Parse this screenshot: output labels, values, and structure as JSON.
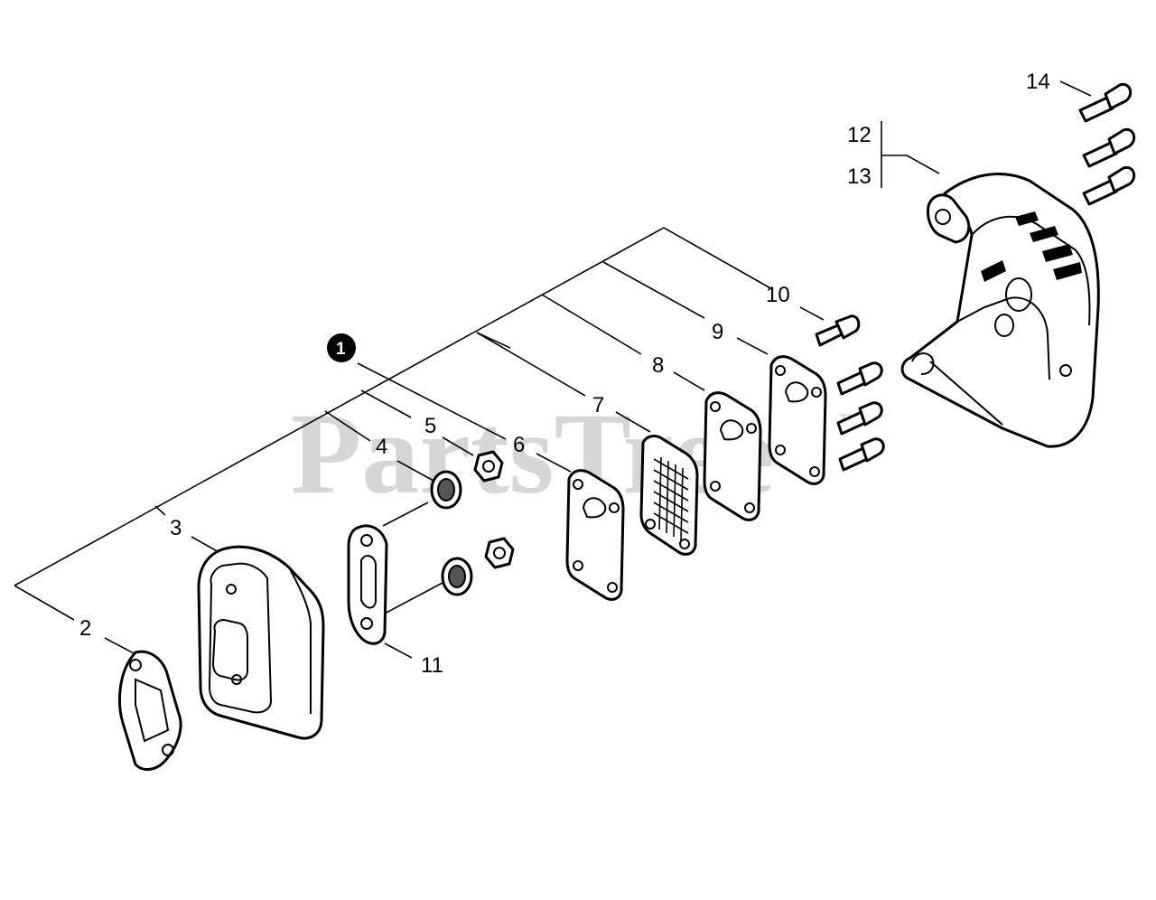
{
  "watermark": {
    "text": "PartsTree",
    "tm": "TM"
  },
  "callout": {
    "number": "1"
  },
  "labels": {
    "p2": "2",
    "p3": "3",
    "p4": "4",
    "p5": "5",
    "p6": "6",
    "p7": "7",
    "p8": "8",
    "p9": "9",
    "p10": "10",
    "p11": "11",
    "p12": "12",
    "p13": "13",
    "p14": "14"
  }
}
